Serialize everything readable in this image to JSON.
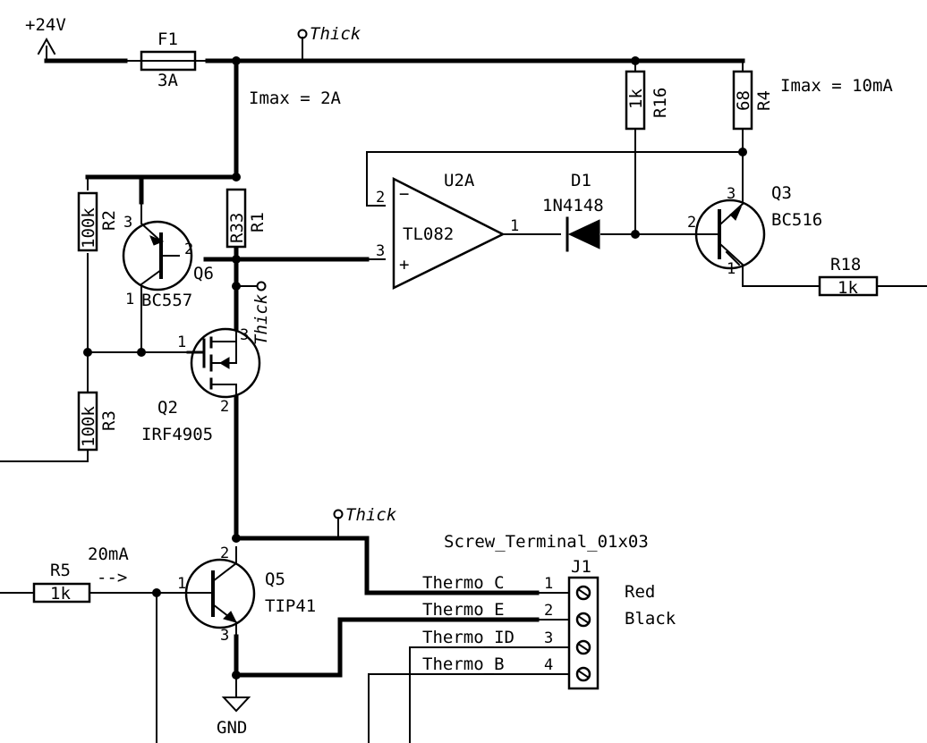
{
  "power": {
    "v24": "+24V",
    "gnd": "GND"
  },
  "fuse": {
    "ref": "F1",
    "value": "3A"
  },
  "flags": {
    "thick": "Thick"
  },
  "notes": {
    "imax_main": "Imax = 2A",
    "imax_ref": "Imax = 10mA",
    "current_20ma": "20mA",
    "arrow": "-->"
  },
  "resistors": {
    "r1": {
      "ref": "R1",
      "value": "R33"
    },
    "r2": {
      "ref": "R2",
      "value": "100k"
    },
    "r3": {
      "ref": "R3",
      "value": "100k"
    },
    "r4": {
      "ref": "R4",
      "value": "68"
    },
    "r5": {
      "ref": "R5",
      "value": "1k"
    },
    "r16": {
      "ref": "R16",
      "value": "1k"
    },
    "r18": {
      "ref": "R18",
      "value": "1k"
    }
  },
  "opamp": {
    "ref": "U2A",
    "value": "TL082",
    "pin_minus": "2",
    "pin_plus": "3",
    "pin_out": "1",
    "sym_minus": "−",
    "sym_plus": "+"
  },
  "diode": {
    "ref": "D1",
    "value": "1N4148"
  },
  "q2": {
    "ref": "Q2",
    "value": "IRF4905",
    "pin_g": "1",
    "pin_s": "3",
    "pin_d": "2"
  },
  "q3": {
    "ref": "Q3",
    "value": "BC516",
    "pin_b": "2",
    "pin_c": "3",
    "pin_e": "1"
  },
  "q5": {
    "ref": "Q5",
    "value": "TIP41",
    "pin_b": "1",
    "pin_c": "2",
    "pin_e": "3"
  },
  "q6": {
    "ref": "Q6",
    "value": "BC557",
    "pin_b": "2",
    "pin_e": "3",
    "pin_c": "1"
  },
  "connector": {
    "ref": "J1",
    "value": "Screw_Terminal_01x03",
    "pins": [
      {
        "num": "1",
        "net": "Thermo_C"
      },
      {
        "num": "2",
        "net": "Thermo_E"
      },
      {
        "num": "3",
        "net": "Thermo_ID"
      },
      {
        "num": "4",
        "net": "Thermo_B"
      }
    ],
    "wire_colors": [
      "Red",
      "Black"
    ]
  }
}
